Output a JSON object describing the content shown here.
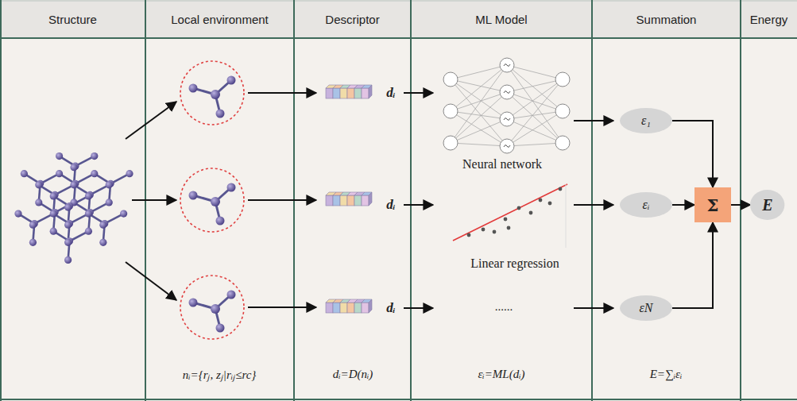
{
  "diagram": {
    "nodes": [
      {
        "text": [
          "Structure"
        ]
      },
      {
        "text": [
          "Local environment"
        ]
      },
      {
        "text": [
          "Descriptor"
        ]
      },
      {
        "text": [
          "ML Model"
        ]
      },
      {
        "text": [
          "Summation"
        ]
      },
      {
        "text": [
          "Energy"
        ]
      },
      {
        "text": [
          "ε₁"
        ],
        "in": 4
      },
      {
        "text": [
          "εᵢ"
        ],
        "in": 4
      },
      {
        "text": [
          "εN"
        ],
        "in": 4
      },
      {
        "text": [
          "Σ"
        ],
        "in": 4
      },
      {
        "text": [
          "E"
        ],
        "in": 5
      }
    ],
    "edges": [
      {
        "from": 6,
        "to": 9,
        "arrow": "to"
      },
      {
        "from": 7,
        "to": 9,
        "arrow": "to"
      },
      {
        "from": 8,
        "to": 9,
        "arrow": "to"
      },
      {
        "from": 9,
        "to": 10,
        "arrow": "to"
      }
    ],
    "labels": [
      "dᵢ",
      "dᵢ",
      "dᵢ",
      "Neural network",
      "Linear regression",
      "......",
      "nᵢ={rⱼ, zⱼ|rᵢⱼ≤rc}",
      "dᵢ=D(nᵢ)",
      "εᵢ=ML(dᵢ)",
      "E=∑ᵢεᵢ"
    ]
  }
}
